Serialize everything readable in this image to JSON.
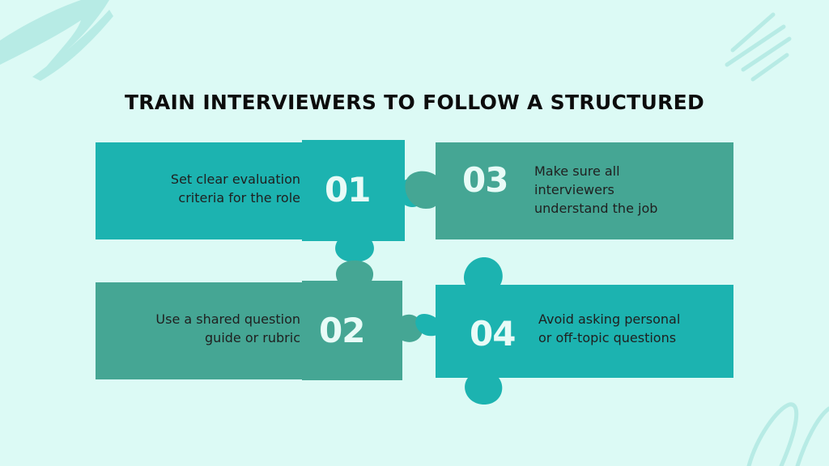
{
  "title": "TRAIN INTERVIEWERS TO FOLLOW A STRUCTURED",
  "colors": {
    "background": "#dcfaf5",
    "teal_bright": "#1cb3b0",
    "teal_muted": "#45a694",
    "decor": "#b7ebe5"
  },
  "pieces": [
    {
      "number": "01",
      "lines": [
        "Set clear evaluation",
        "criteria for the role"
      ]
    },
    {
      "number": "02",
      "lines": [
        "Use a shared question",
        "guide or rubric"
      ]
    },
    {
      "number": "03",
      "lines": [
        "Make sure all",
        "interviewers",
        "understand the job"
      ]
    },
    {
      "number": "04",
      "lines": [
        "Avoid asking personal",
        "or off-topic questions"
      ]
    }
  ]
}
